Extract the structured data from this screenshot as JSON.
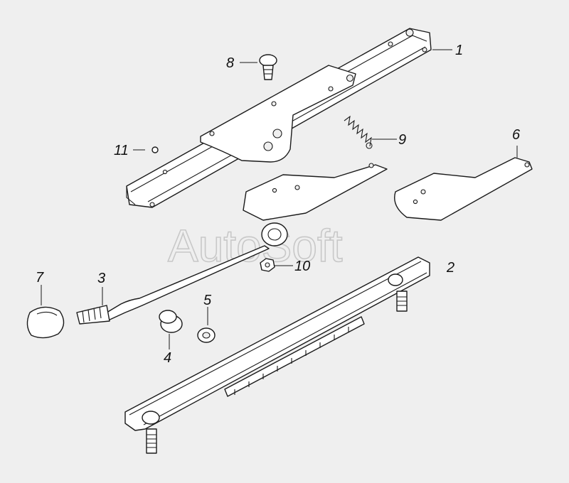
{
  "watermark": "AutoSoft",
  "callouts": [
    {
      "id": "1",
      "label": "1"
    },
    {
      "id": "2",
      "label": "2"
    },
    {
      "id": "3",
      "label": "3"
    },
    {
      "id": "4",
      "label": "4"
    },
    {
      "id": "5",
      "label": "5"
    },
    {
      "id": "6",
      "label": "6"
    },
    {
      "id": "7",
      "label": "7"
    },
    {
      "id": "8",
      "label": "8"
    },
    {
      "id": "9",
      "label": "9"
    },
    {
      "id": "10",
      "label": "10"
    },
    {
      "id": "11",
      "label": "11"
    }
  ]
}
